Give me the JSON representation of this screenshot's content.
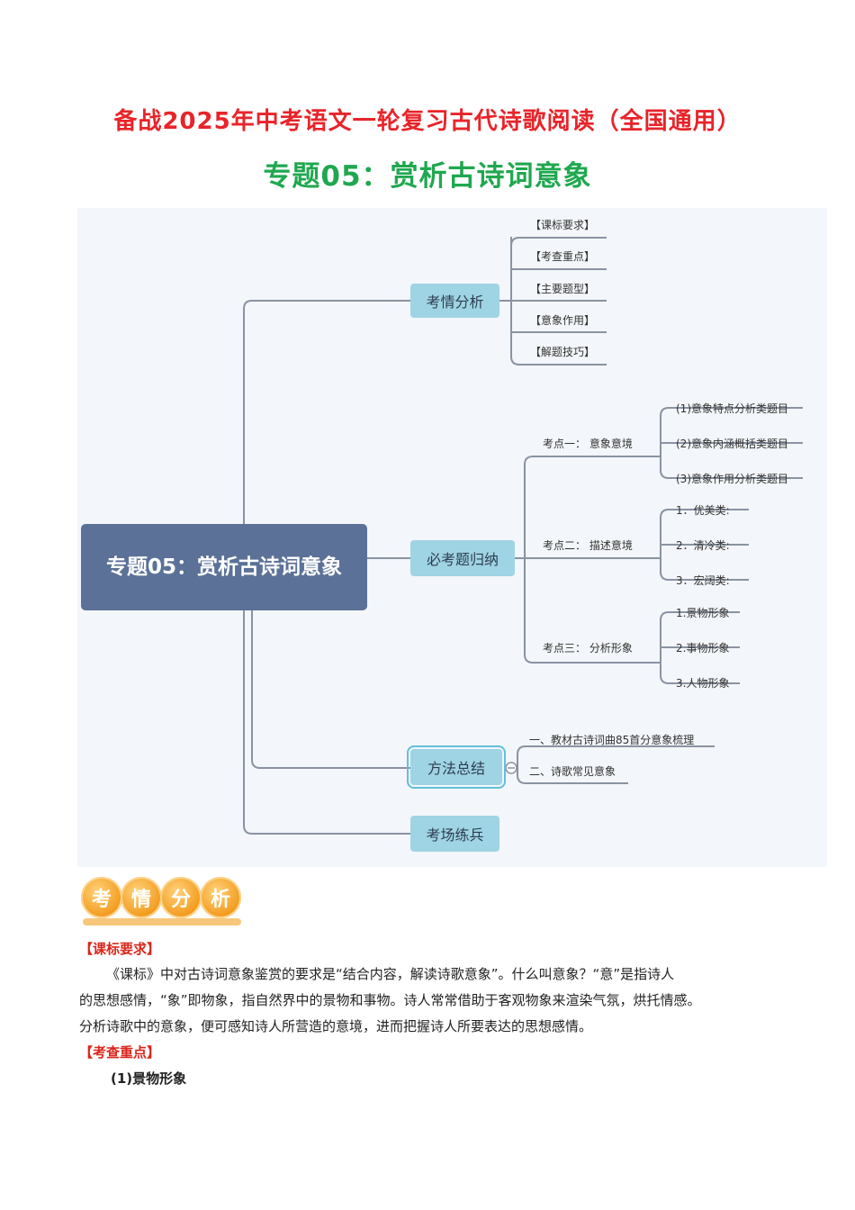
{
  "header": {
    "title": "备战2025年中考语文一轮复习古代诗歌阅读（全国通用）",
    "subtitle": "专题05：赏析古诗词意象"
  },
  "mindmap": {
    "root": "专题05：赏析古诗词意象",
    "branches": [
      {
        "label": "考情分析",
        "items": [
          "【课标要求】",
          "【考查重点】",
          "【主要题型】",
          "【意象作用】",
          "【解题技巧】"
        ]
      },
      {
        "label": "必考题归纳",
        "points": [
          {
            "label": "考点一： 意象意境",
            "items": [
              "(1)意象特点分析类题目",
              "(2)意象内涵概括类题目",
              "(3)意象作用分析类题目"
            ]
          },
          {
            "label": "考点二： 描述意境",
            "items": [
              "1．优美类:",
              "2．清冷类:",
              "3．宏阔类:"
            ]
          },
          {
            "label": "考点三： 分析形象",
            "items": [
              "1.景物形象",
              "2.事物形象",
              "3.人物形象"
            ]
          }
        ]
      },
      {
        "label": "方法总结",
        "items": [
          "一、教材古诗词曲85首分意象梳理",
          "二、诗歌常见意象"
        ]
      },
      {
        "label": "考场练兵"
      }
    ]
  },
  "badge": {
    "chars": [
      "考",
      "情",
      "分",
      "析"
    ]
  },
  "section1": {
    "heading": "【课标要求】",
    "paragraph_lines": [
      "《课标》中对古诗词意象鉴赏的要求是“结合内容，解读诗歌意象”。什么叫意象？“意”是指诗人",
      "的思想感情，“象”即物象，指自然界中的景物和事物。诗人常常借助于客观物象来渲染气氛，烘托情感。",
      "分析诗歌中的意象，便可感知诗人所营造的意境，进而把握诗人所要表达的思想感情。"
    ]
  },
  "section2": {
    "heading": "【考查重点】",
    "sub": "(1)景物形象"
  },
  "colors": {
    "title_red": "#e8242a",
    "subtitle_green": "#1fa84f",
    "root_fill": "#5b7198",
    "branch_fill": "#9fd4e4",
    "badge_orange": "#f29a1c",
    "heading_red": "#d9261c"
  }
}
